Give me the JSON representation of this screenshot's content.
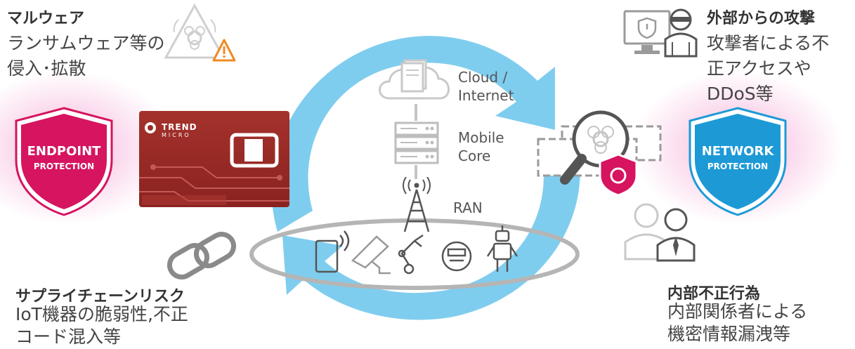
{
  "threats": {
    "malware": {
      "title": "マルウェア",
      "desc1": "ランサムウェア等の",
      "desc2": "侵入･拡散"
    },
    "external": {
      "title": "外部からの攻撃",
      "desc1": "攻撃者による不",
      "desc2": "正アクセスや",
      "desc3": "DDoS等"
    },
    "supply": {
      "title": "サプライチェーンリスク",
      "desc1": "IoT機器の脆弱性,不正",
      "desc2": "コード混入等"
    },
    "insider": {
      "title": "内部不正行為",
      "desc1": "内部関係者による",
      "desc2": "機密情報漏洩等"
    }
  },
  "shields": {
    "endpoint": {
      "line1": "ENDPOINT",
      "line2": "PROTECTION",
      "color": "#d6145f"
    },
    "network": {
      "line1": "NETWORK",
      "line2": "PROTECTION",
      "color": "#1d9ad6"
    }
  },
  "network_stack": {
    "cloud1": "Cloud /",
    "cloud2": "Internet",
    "core1": "Mobile",
    "core2": "Core",
    "ran": "RAN"
  },
  "sim_card": {
    "brand1": "TREND",
    "brand2": "MICRO",
    "color": "#9b2a26"
  },
  "colors": {
    "cycle_arrow": "#7fcdee",
    "glow_pink": "#f4a6d0"
  },
  "icons": [
    "biohazard-warning-icon",
    "monitor-shield-icon",
    "hacker-icon",
    "magnifier-biohazard-icon",
    "chain-link-icon",
    "insider-people-icon",
    "cloud-server-icon",
    "server-rack-icon",
    "cell-tower-icon",
    "tablet-icon",
    "camera-icon",
    "robot-arm-icon",
    "meter-icon",
    "robot-icon"
  ]
}
